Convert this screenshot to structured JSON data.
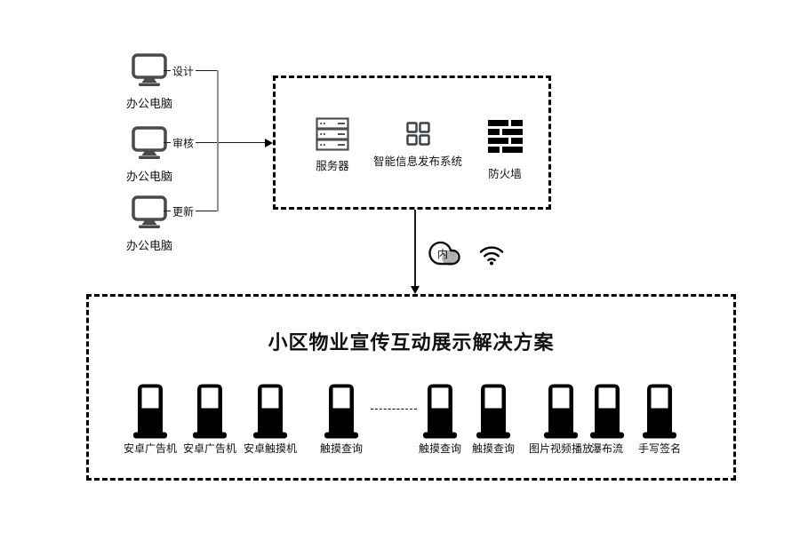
{
  "computers": [
    {
      "label": "办公电脑",
      "edge_label": "设计"
    },
    {
      "label": "办公电脑",
      "edge_label": "审核"
    },
    {
      "label": "办公电脑",
      "edge_label": "更新"
    }
  ],
  "server_group": {
    "items": [
      {
        "icon": "server-rack-icon",
        "label": "服务器"
      },
      {
        "icon": "app-grid-icon",
        "label": "智能信息发布系统"
      },
      {
        "icon": "brick-wall-icon",
        "label": "防火墙"
      }
    ]
  },
  "network": {
    "cloud_icon": "cloud-internal-network-icon",
    "cloud_label": "内",
    "wifi_icon": "wifi-icon"
  },
  "solution": {
    "title": "小区物业宣传互动展示解决方案",
    "devices": [
      {
        "icon": "kiosk-display-icon",
        "label": "安卓广告机"
      },
      {
        "icon": "kiosk-display-icon",
        "label": "安卓广告机"
      },
      {
        "icon": "kiosk-display-icon",
        "label": "安卓触摸机"
      },
      {
        "icon": "kiosk-display-icon",
        "label": "触摸查询"
      },
      {
        "icon": "kiosk-display-icon",
        "label": "触摸查询"
      },
      {
        "icon": "kiosk-display-icon",
        "label": "触摸查询"
      },
      {
        "icon": "kiosk-display-icon",
        "label": "图片视频播放"
      },
      {
        "icon": "kiosk-display-icon",
        "label": "瀑布流"
      },
      {
        "icon": "kiosk-display-icon",
        "label": "手写签名"
      }
    ]
  },
  "colors": {
    "line_black": "#1c1c1c",
    "line_gray": "#929292",
    "icon_dark_gray": "#4a4a4a",
    "grid_icon_stroke": "#3a3f4a",
    "cloud_gray": "#b0b0b0",
    "solid_black": "#000000",
    "background": "#ffffff"
  }
}
